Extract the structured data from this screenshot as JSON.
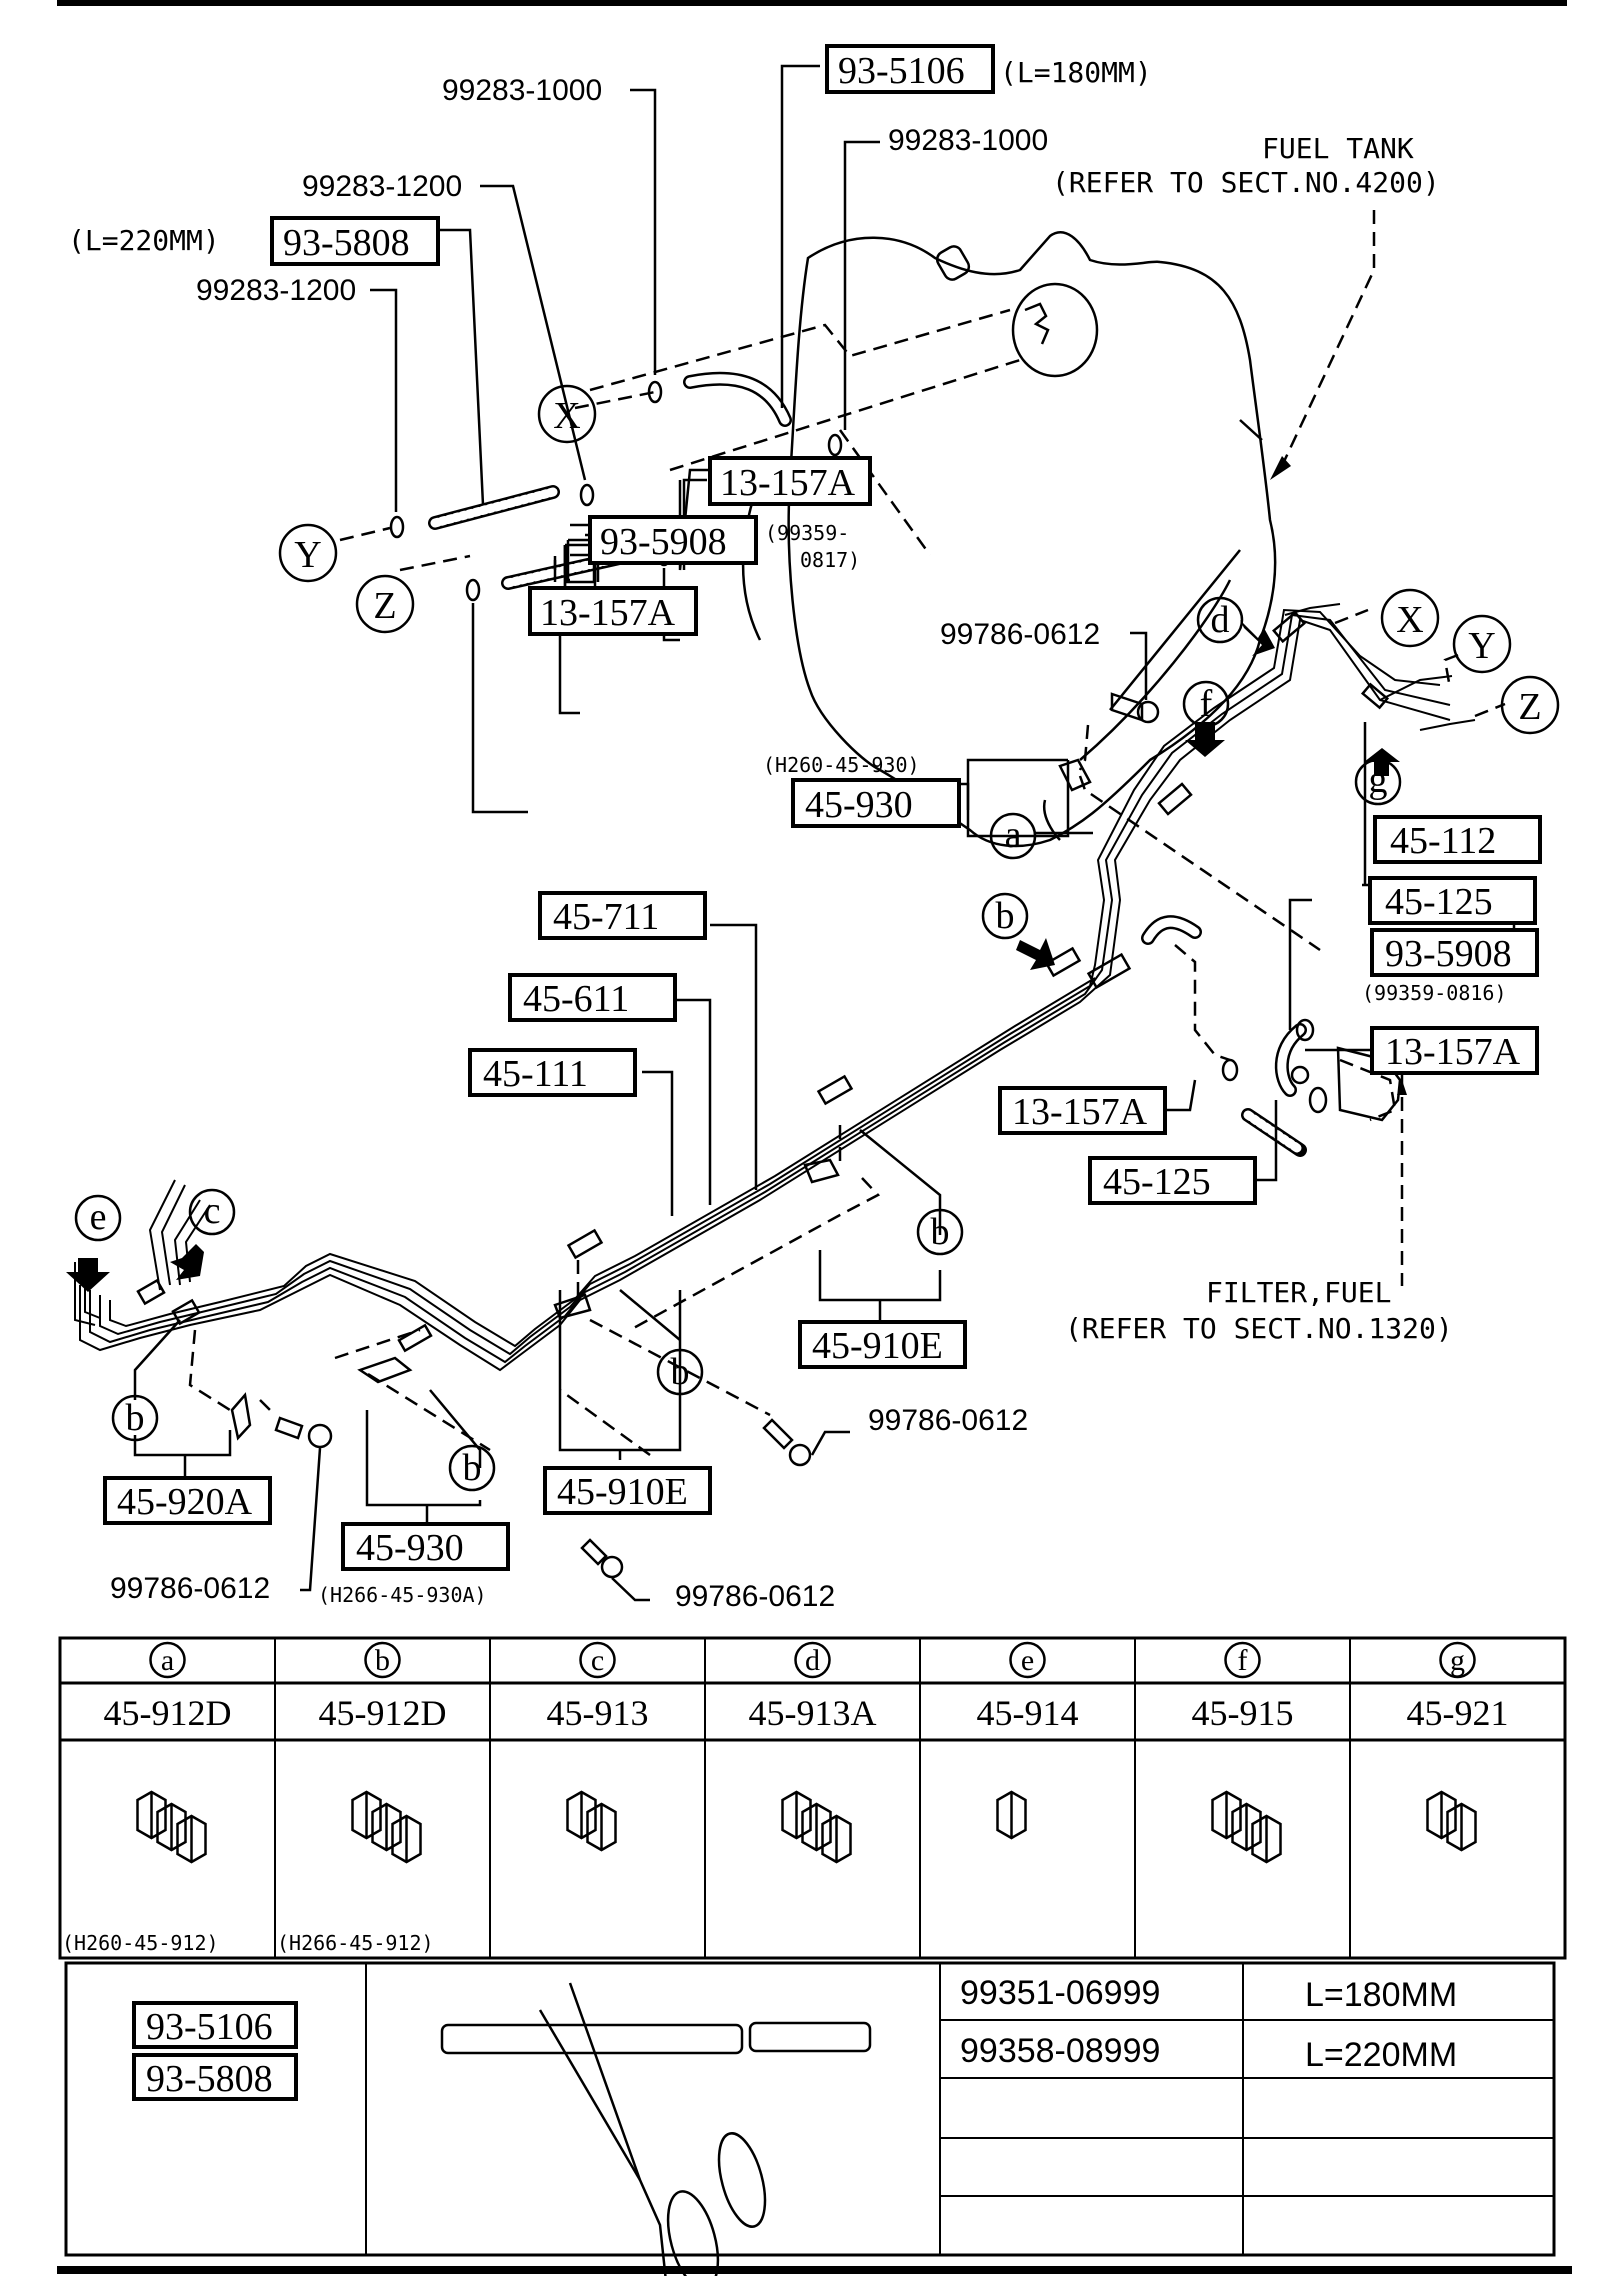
{
  "diagram": {
    "top_section": {
      "fuel_tank_label": "FUEL TANK",
      "fuel_tank_ref": "(REFER TO SECT.NO.4200)",
      "callouts": {
        "clamp_x_left": "99283-1000",
        "hose_x": "93-5106",
        "hose_x_length": "(L=180MM)",
        "clamp_x_right": "99283-1000",
        "clamp_y_right": "99283-1200",
        "hose_y_length": "(L=220MM)",
        "hose_y": "93-5808",
        "clamp_y_left": "99283-1200",
        "clamp_z_right": "13-157A",
        "hose_z": "93-5908",
        "hose_z_alt_1": "(99359-",
        "hose_z_alt_2": "0817)",
        "clamp_z_left": "13-157A"
      },
      "connection_markers": [
        "X",
        "Y",
        "Z"
      ]
    },
    "pipe_section": {
      "bolt_top": "99786-0612",
      "bracket_a_alt": "(H260-45-930)",
      "bracket_a": "45-930",
      "pipe_45_112": "45-112",
      "hose_45_125_top": "45-125",
      "hose_93_5908": "93-5908",
      "hose_93_5908_alt": "(99359-0816)",
      "clamp_13_157a_top": "13-157A",
      "clamp_13_157a_bottom": "13-157A",
      "hose_45_125_bottom": "45-125",
      "filter_label": "FILTER,FUEL",
      "filter_ref": "(REFER TO SECT.NO.1320)",
      "pipe_45_711": "45-711",
      "pipe_45_611": "45-611",
      "pipe_45_111": "45-111",
      "bracket_910e_right": "45-910E",
      "bolt_mid": "99786-0612",
      "bracket_910e_mid": "45-910E",
      "bracket_920a": "45-920A",
      "bolt_left": "99786-0612",
      "bracket_930_bottom": "45-930",
      "bracket_930_bottom_alt": "(H266-45-930A)",
      "bolt_bottom": "99786-0612",
      "clip_markers": {
        "a": "a",
        "b": "b",
        "c": "c",
        "d": "d",
        "e": "e",
        "f": "f",
        "g": "g",
        "x": "X",
        "y": "Y",
        "z": "Z"
      }
    },
    "clip_table": {
      "columns": [
        {
          "marker": "a",
          "part": "45-912D",
          "note": "(H260-45-912)"
        },
        {
          "marker": "b",
          "part": "45-912D",
          "note": "(H266-45-912)"
        },
        {
          "marker": "c",
          "part": "45-913",
          "note": ""
        },
        {
          "marker": "d",
          "part": "45-913A",
          "note": ""
        },
        {
          "marker": "e",
          "part": "45-914",
          "note": ""
        },
        {
          "marker": "f",
          "part": "45-915",
          "note": ""
        },
        {
          "marker": "g",
          "part": "45-921",
          "note": ""
        }
      ]
    },
    "hose_table": {
      "part_refs": [
        "93-5106",
        "93-5808"
      ],
      "rows": [
        {
          "part": "99351-06999",
          "length": "L=180MM"
        },
        {
          "part": "99358-08999",
          "length": "L=220MM"
        },
        {
          "part": "",
          "length": ""
        },
        {
          "part": "",
          "length": ""
        },
        {
          "part": "",
          "length": ""
        }
      ]
    }
  }
}
